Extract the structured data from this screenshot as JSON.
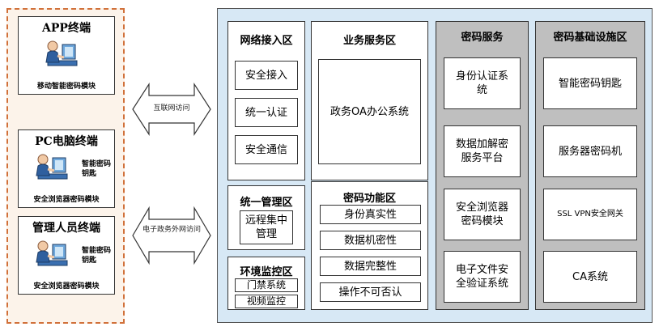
{
  "terminals": [
    {
      "title": "APP终端",
      "caption": "移动智能密码模块",
      "side": ""
    },
    {
      "title": "PC电脑终端",
      "caption": "安全浏览器密码模块",
      "side": "智能密码钥匙"
    },
    {
      "title": "管理人员终端",
      "caption": "安全浏览器密码模块",
      "side": "智能密码钥匙"
    }
  ],
  "links": {
    "internet": "互联网访问",
    "external": "电子政务外网访问"
  },
  "network_access": {
    "title": "网络接入区",
    "items": [
      "安全接入",
      "统一认证",
      "安全通信"
    ]
  },
  "business": {
    "title": "业务服务区",
    "system": "政务OA办公系统"
  },
  "unified_mgmt": {
    "title": "统一管理区",
    "item": "远程集中管理"
  },
  "env_monitor": {
    "title": "环境监控区",
    "items": [
      "门禁系统",
      "视频监控"
    ]
  },
  "crypto_function": {
    "title": "密码功能区",
    "items": [
      "身份真实性",
      "数据机密性",
      "数据完整性",
      "操作不可否认"
    ]
  },
  "crypto_service": {
    "title": "密码服务",
    "items": [
      "身份认证系统",
      "数据加解密服务平台",
      "安全浏览器密码模块",
      "电子文件安全验证系统"
    ]
  },
  "crypto_infra": {
    "title": "密码基础设施区",
    "items": [
      "智能密码钥匙",
      "服务器密码机",
      "SSL VPN安全网关",
      "CA系统"
    ]
  },
  "colors": {
    "terminal_border": "#d1713a",
    "terminal_fill": "#fcf3ea",
    "main_fill": "#d7e8f5",
    "gray_panel": "#bfbfbf"
  }
}
